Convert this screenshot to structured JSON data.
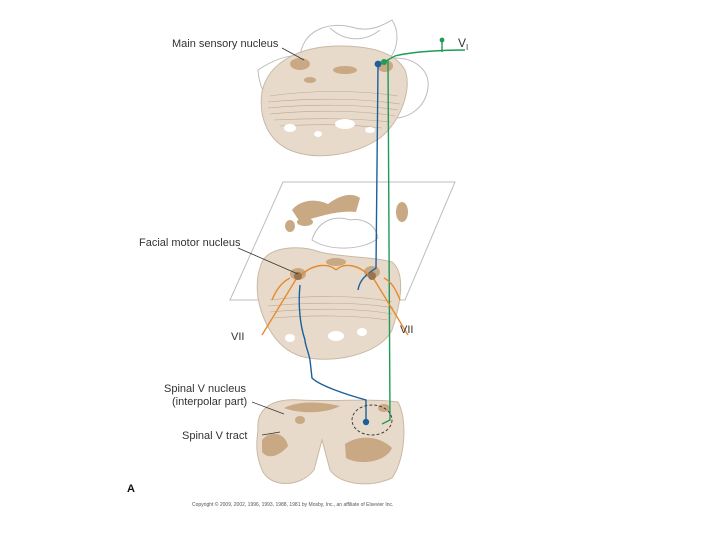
{
  "labels": {
    "main_sensory": "Main sensory nucleus",
    "v1_main": "V",
    "v1_sub": "I",
    "facial_motor": "Facial motor nucleus",
    "vii_left": "VII",
    "vii_right": "VII",
    "spinal_v_nucleus_line1": "Spinal V nucleus",
    "spinal_v_nucleus_line2": "(interpolar part)",
    "spinal_v_tract": "Spinal V tract",
    "panel_letter": "A"
  },
  "copyright": "Copyright © 2009, 2002, 1996, 1993, 1988, 1981 by Mosby, Inc., an affiliate of Elsevier Inc.",
  "colors": {
    "tissue": "#e8dacb",
    "tissue_outline": "#c9b8a5",
    "gray_matter": "#c9a884",
    "sensory_axon": "#1f9a57",
    "interneuron": "#1d5f9a",
    "motor_axon": "#e78a2c",
    "label_text": "#333333"
  }
}
